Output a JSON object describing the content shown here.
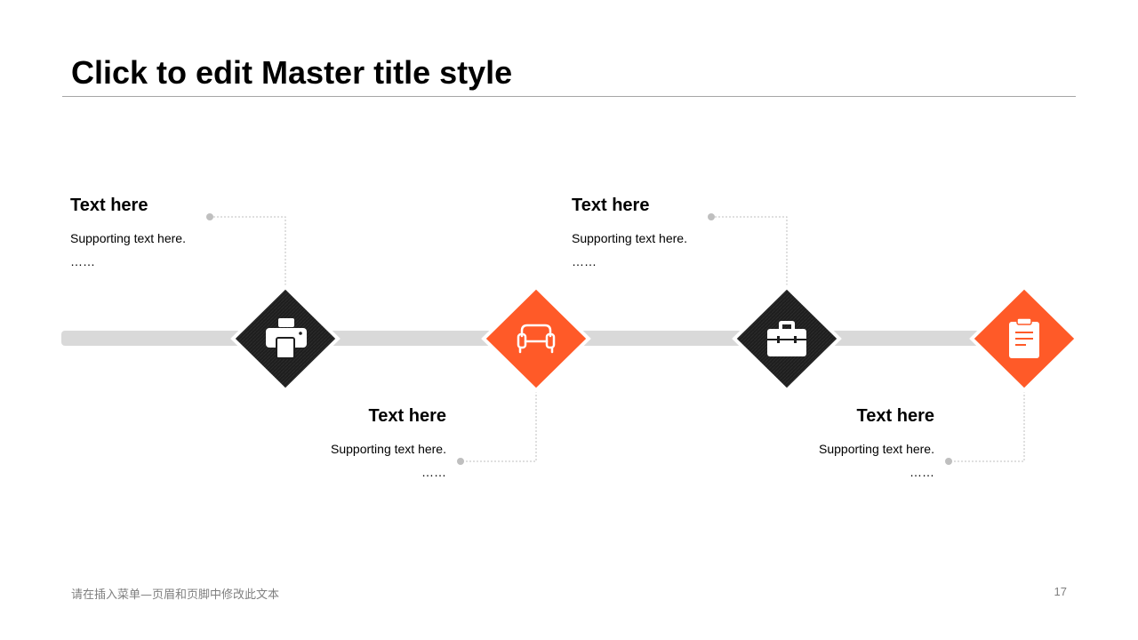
{
  "slide": {
    "title": "Click to edit Master title style",
    "footer_text": "请在插入菜单—页眉和页脚中修改此文本",
    "page_number": "17"
  },
  "colors": {
    "dark": "#1e1e1e",
    "accent": "#ff5a28",
    "bar": "#d9d9d9",
    "connector": "#bfbfbf"
  },
  "steps": [
    {
      "heading": "Text here",
      "support": "Supporting text here.",
      "ellipsis": "……",
      "icon": "printer-icon",
      "color": "dark"
    },
    {
      "heading": "Text here",
      "support": "Supporting text here.",
      "ellipsis": "……",
      "icon": "sofa-icon",
      "color": "accent"
    },
    {
      "heading": "Text here",
      "support": "Supporting text here.",
      "ellipsis": "……",
      "icon": "briefcase-icon",
      "color": "dark"
    },
    {
      "heading": "Text here",
      "support": "Supporting text here.",
      "ellipsis": "……",
      "icon": "clipboard-icon",
      "color": "accent"
    }
  ]
}
